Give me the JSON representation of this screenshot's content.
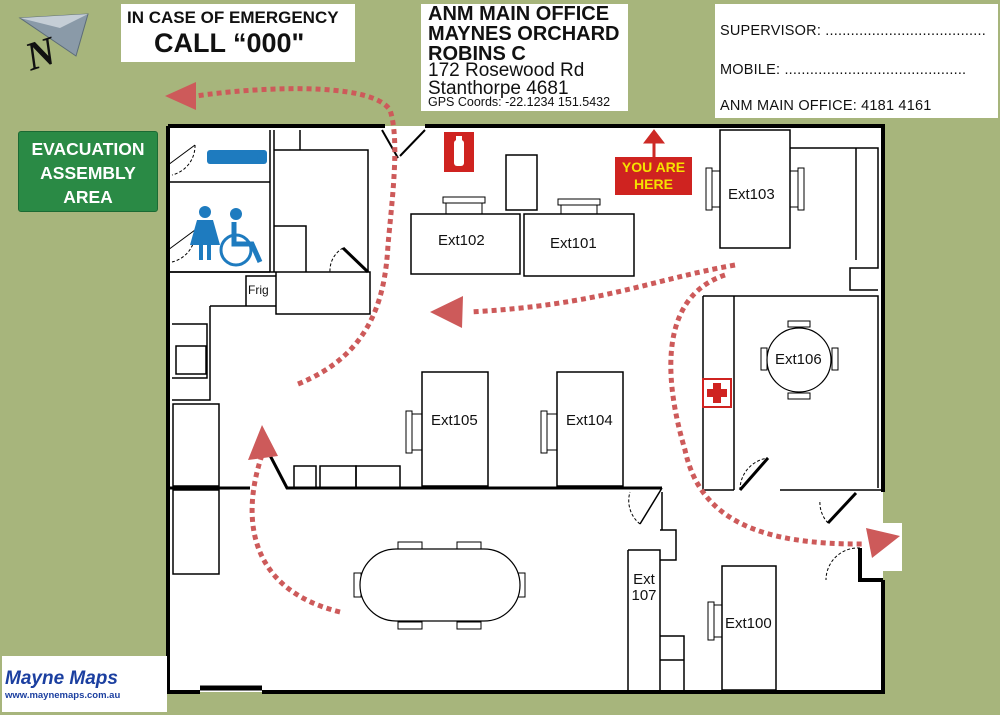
{
  "emergency": {
    "line1": "IN CASE OF EMERGENCY",
    "line2": "CALL “000\""
  },
  "office": {
    "title1": "ANM MAIN OFFICE",
    "title2": "MAYNES ORCHARD",
    "title3": "ROBINS C",
    "street": "172 Rosewood Rd",
    "town": "Stanthorpe 4681",
    "gps": "GPS Coords: -22.1234   151.5432"
  },
  "contacts": {
    "supervisor": "SUPERVISOR: ......................................",
    "mobile": "MOBILE: ...........................................",
    "office_phone": "ANM MAIN OFFICE: 4181 4161"
  },
  "assembly": {
    "line1": "EVACUATION",
    "line2": "ASSEMBLY",
    "line3": "AREA"
  },
  "you_are_here": {
    "line1": "YOU ARE",
    "line2": "HERE"
  },
  "compass": {
    "letter": "N"
  },
  "rooms": {
    "ext100": "Ext100",
    "ext101": "Ext101",
    "ext102": "Ext102",
    "ext103": "Ext103",
    "ext104": "Ext104",
    "ext105": "Ext105",
    "ext106": "Ext106",
    "ext107_line1": "Ext",
    "ext107_line2": "107",
    "fridge": "Frig"
  },
  "logo": {
    "name": "Mayne Maps",
    "url": "www.maynemaps.com.au"
  },
  "icons": [
    "north-arrow-icon",
    "fire-extinguisher-icon",
    "first-aid-icon",
    "male-toilet-icon",
    "female-toilet-icon",
    "wheelchair-icon",
    "australia-map-icon"
  ],
  "colors": {
    "background": "#a7b57c",
    "assembly_green": "#2a8a45",
    "route_red": "#cd5a5a",
    "here_red": "#cf2320",
    "here_text": "#f5e200",
    "toilet_blue": "#1e7bbf"
  }
}
